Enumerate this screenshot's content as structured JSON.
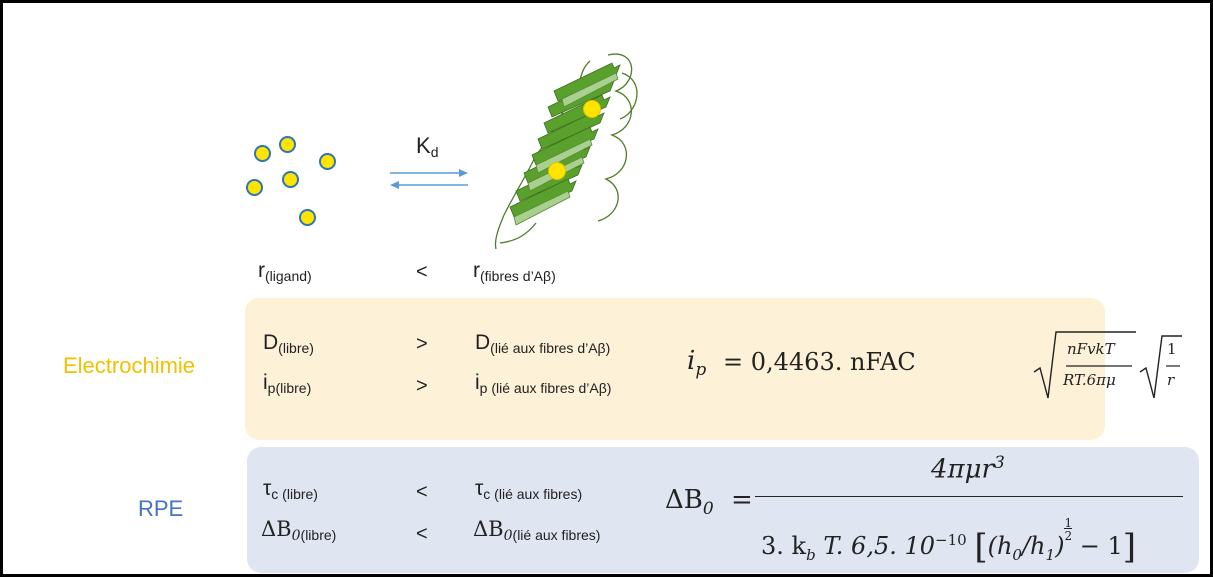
{
  "kd": {
    "main": "K",
    "sub": "d"
  },
  "radius": {
    "left_main": "r",
    "left_sub": "(ligand)",
    "op": "<",
    "right_main": "r",
    "right_sub": "(fibres d’Aβ)"
  },
  "electrochem": {
    "label": "Electrochimie",
    "row1": {
      "left_main": "D",
      "left_sub": "(libre)",
      "op": ">",
      "right_main": "D",
      "right_sub": "(lié aux fibres d’Aβ)"
    },
    "row2": {
      "left_main": "i",
      "left_sub": "p(libre)",
      "op": ">",
      "right_main": "i",
      "right_sub": "p (lié aux fibres d’Aβ)"
    },
    "formula": {
      "lhs": "i",
      "lhs_sub": "p",
      "eq": "= 0,4463. nFAC",
      "num1": "nFvkT",
      "den1": "RT.6πμ",
      "num2": "1",
      "den2": "r"
    }
  },
  "rpe": {
    "label": "RPE",
    "row1": {
      "left_main": "τ",
      "left_sub": "c (libre)",
      "op": "<",
      "right_main": "τ",
      "right_sub": "c (lié aux fibres)"
    },
    "row2": {
      "left_main": "ΔB",
      "left_sub0": "0",
      "left_sub": "(libre)",
      "op": "<",
      "right_main": "ΔB",
      "right_sub0": "0",
      "right_sub": "(lié aux fibres)"
    },
    "formula": {
      "lhs": "ΔB",
      "lhs_sub": "0",
      "eq": "=",
      "numerator": "4πμr",
      "numerator_sup": "3",
      "den_a": "3. k",
      "den_b": "b",
      "den_c": " T. 6,5. 10",
      "den_exp": "−10",
      "den_d": "(h",
      "den_e": "0",
      "den_f": "/h",
      "den_g": "1",
      "den_h": ")",
      "den_half_num": "1",
      "den_half_den": "2",
      "den_i": " − 1"
    }
  },
  "colors": {
    "electrochem": "#f3c000",
    "rpe": "#4472c4",
    "ligand_fill": "#ffe400",
    "ligand_edge": "#2e75b6",
    "fibre": "#4e9a2e",
    "arrow": "#5b9bd5"
  }
}
